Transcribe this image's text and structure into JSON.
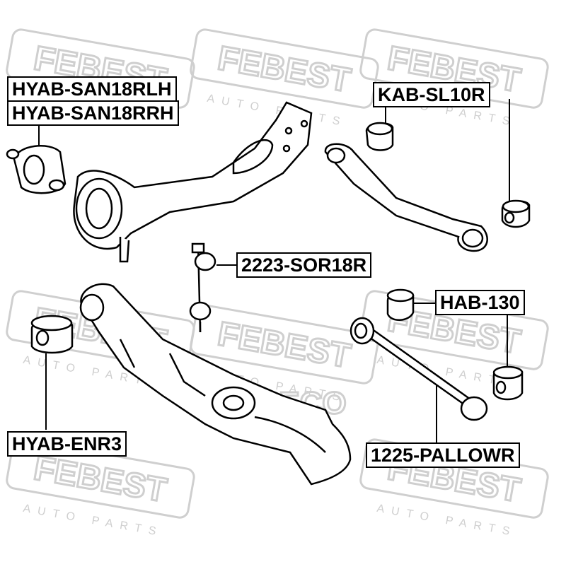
{
  "watermark": {
    "brand": "FEBEST",
    "tagline": "AUTO PARTS",
    "colors": {
      "watermark": "#c8c8c8"
    }
  },
  "watermark_oeco": "OECO",
  "parts": [
    {
      "code": "HYAB-SAN18RLH",
      "component": "bushing-icon"
    },
    {
      "code": "HYAB-SAN18RRH",
      "component": "bushing-icon"
    },
    {
      "code": "KAB-SL10R",
      "component": "bushing-icon"
    },
    {
      "code": "2223-SOR18R",
      "component": "stabilizer-link-icon"
    },
    {
      "code": "HAB-130",
      "component": "bushing-icon"
    },
    {
      "code": "HYAB-ENR3",
      "component": "bushing-icon"
    },
    {
      "code": "1225-PALLOWR",
      "component": "lateral-rod-icon"
    }
  ],
  "colors": {
    "line": "#000000",
    "label_border": "#000000",
    "background": "#ffffff"
  }
}
